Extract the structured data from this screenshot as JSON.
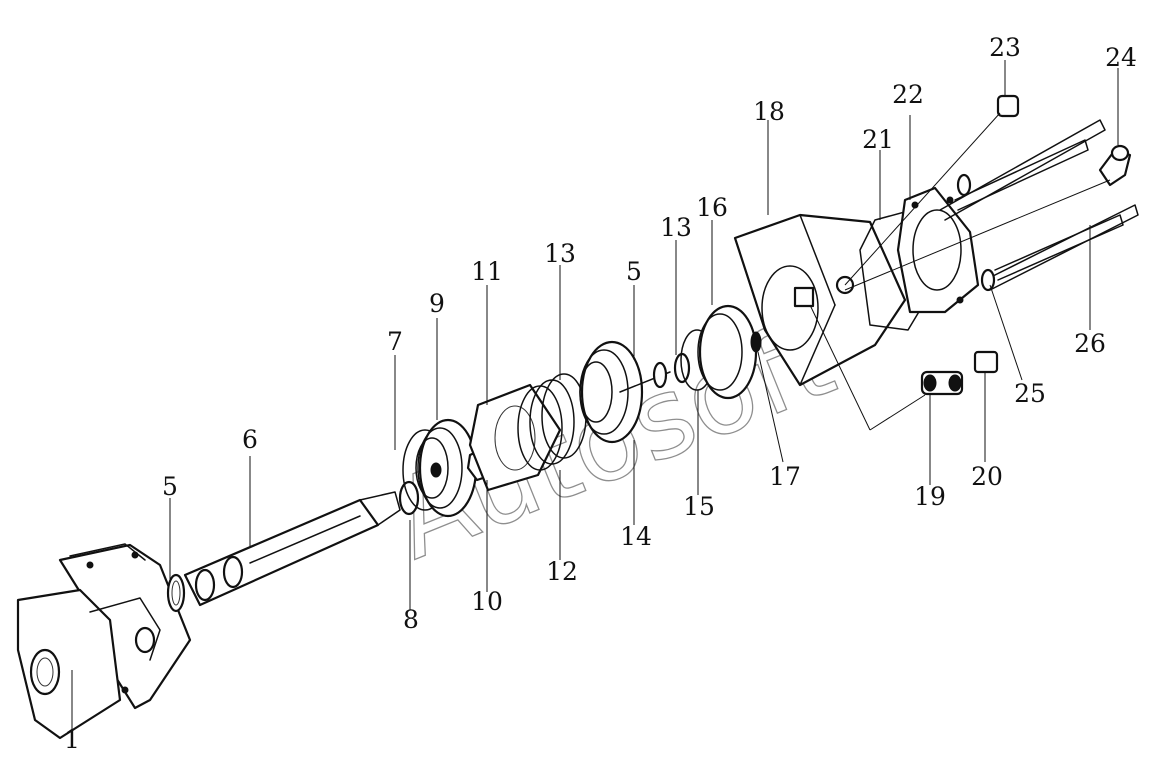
{
  "diagram": {
    "type": "exploded-assembly-drawing",
    "watermark": "Autosoft",
    "colors": {
      "line": "#111111",
      "background": "#ffffff",
      "shade": "#e5e5e5"
    },
    "callouts": [
      {
        "id": "1",
        "label": "1"
      },
      {
        "id": "5a",
        "label": "5"
      },
      {
        "id": "6",
        "label": "6"
      },
      {
        "id": "7",
        "label": "7"
      },
      {
        "id": "8",
        "label": "8"
      },
      {
        "id": "9",
        "label": "9"
      },
      {
        "id": "10",
        "label": "10"
      },
      {
        "id": "11",
        "label": "11"
      },
      {
        "id": "12",
        "label": "12"
      },
      {
        "id": "13a",
        "label": "13"
      },
      {
        "id": "14",
        "label": "14"
      },
      {
        "id": "5b",
        "label": "5"
      },
      {
        "id": "13b",
        "label": "13"
      },
      {
        "id": "15",
        "label": "15"
      },
      {
        "id": "16",
        "label": "16"
      },
      {
        "id": "17",
        "label": "17"
      },
      {
        "id": "18",
        "label": "18"
      },
      {
        "id": "19",
        "label": "19"
      },
      {
        "id": "20",
        "label": "20"
      },
      {
        "id": "21",
        "label": "21"
      },
      {
        "id": "22",
        "label": "22"
      },
      {
        "id": "23",
        "label": "23"
      },
      {
        "id": "24",
        "label": "24"
      },
      {
        "id": "25",
        "label": "25"
      },
      {
        "id": "26",
        "label": "26"
      }
    ]
  }
}
